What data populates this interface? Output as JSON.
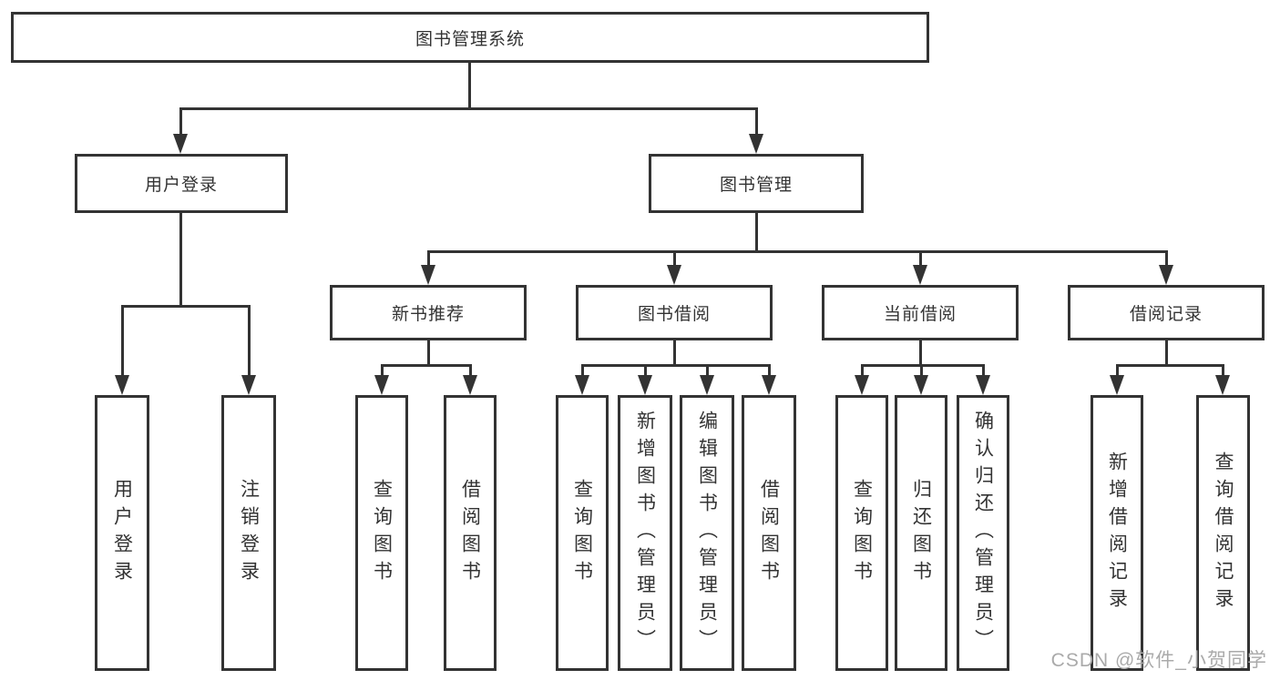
{
  "diagram": {
    "type": "hierarchy-tree",
    "root": {
      "label": "图书管理系统",
      "children": [
        {
          "label": "用户登录",
          "children": [
            {
              "label": "用户登录"
            },
            {
              "label": "注销登录"
            }
          ]
        },
        {
          "label": "图书管理",
          "children": [
            {
              "label": "新书推荐",
              "children": [
                {
                  "label": "查询图书"
                },
                {
                  "label": "借阅图书"
                }
              ]
            },
            {
              "label": "图书借阅",
              "children": [
                {
                  "label": "查询图书"
                },
                {
                  "label": "新增图书（管理员）"
                },
                {
                  "label": "编辑图书（管理员）"
                },
                {
                  "label": "借阅图书"
                }
              ]
            },
            {
              "label": "当前借阅",
              "children": [
                {
                  "label": "查询图书"
                },
                {
                  "label": "归还图书"
                },
                {
                  "label": "确认归还（管理员）"
                }
              ]
            },
            {
              "label": "借阅记录",
              "children": [
                {
                  "label": "新增借阅记录"
                },
                {
                  "label": "查询借阅记录"
                }
              ]
            }
          ]
        }
      ]
    }
  },
  "watermark": {
    "text": "CSDN @软件_小贺同学"
  },
  "colors": {
    "line": "#333333",
    "text": "#333333",
    "watermark": "#aaaaaa",
    "background": "#ffffff"
  }
}
